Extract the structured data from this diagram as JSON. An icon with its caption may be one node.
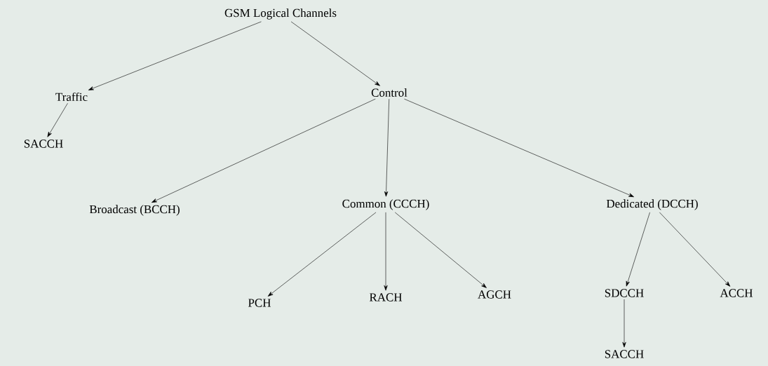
{
  "diagram": {
    "nodes": [
      {
        "text": [
          "GSM Logical Channels"
        ]
      },
      {
        "text": [
          "Traffic"
        ]
      },
      {
        "text": [
          "SACCH"
        ]
      },
      {
        "text": [
          "Control"
        ]
      },
      {
        "text": [
          "Broadcast (BCCH)"
        ]
      },
      {
        "text": [
          "Common (CCCH)"
        ]
      },
      {
        "text": [
          "Dedicated (DCCH)"
        ]
      },
      {
        "text": [
          "PCH"
        ]
      },
      {
        "text": [
          "RACH"
        ]
      },
      {
        "text": [
          "AGCH"
        ]
      },
      {
        "text": [
          "SDCCH"
        ]
      },
      {
        "text": [
          "ACCH"
        ]
      },
      {
        "text": [
          "SACCH"
        ]
      }
    ],
    "edges": [
      {
        "from": 0,
        "to": 1,
        "arrow": "to"
      },
      {
        "from": 0,
        "to": 3,
        "arrow": "to"
      },
      {
        "from": 1,
        "to": 2,
        "arrow": "to"
      },
      {
        "from": 3,
        "to": 4,
        "arrow": "to"
      },
      {
        "from": 3,
        "to": 5,
        "arrow": "to"
      },
      {
        "from": 3,
        "to": 6,
        "arrow": "to"
      },
      {
        "from": 5,
        "to": 7,
        "arrow": "to"
      },
      {
        "from": 5,
        "to": 8,
        "arrow": "to"
      },
      {
        "from": 5,
        "to": 9,
        "arrow": "to"
      },
      {
        "from": 6,
        "to": 10,
        "arrow": "to"
      },
      {
        "from": 6,
        "to": 11,
        "arrow": "to"
      },
      {
        "from": 10,
        "to": 12,
        "arrow": "to"
      }
    ]
  }
}
